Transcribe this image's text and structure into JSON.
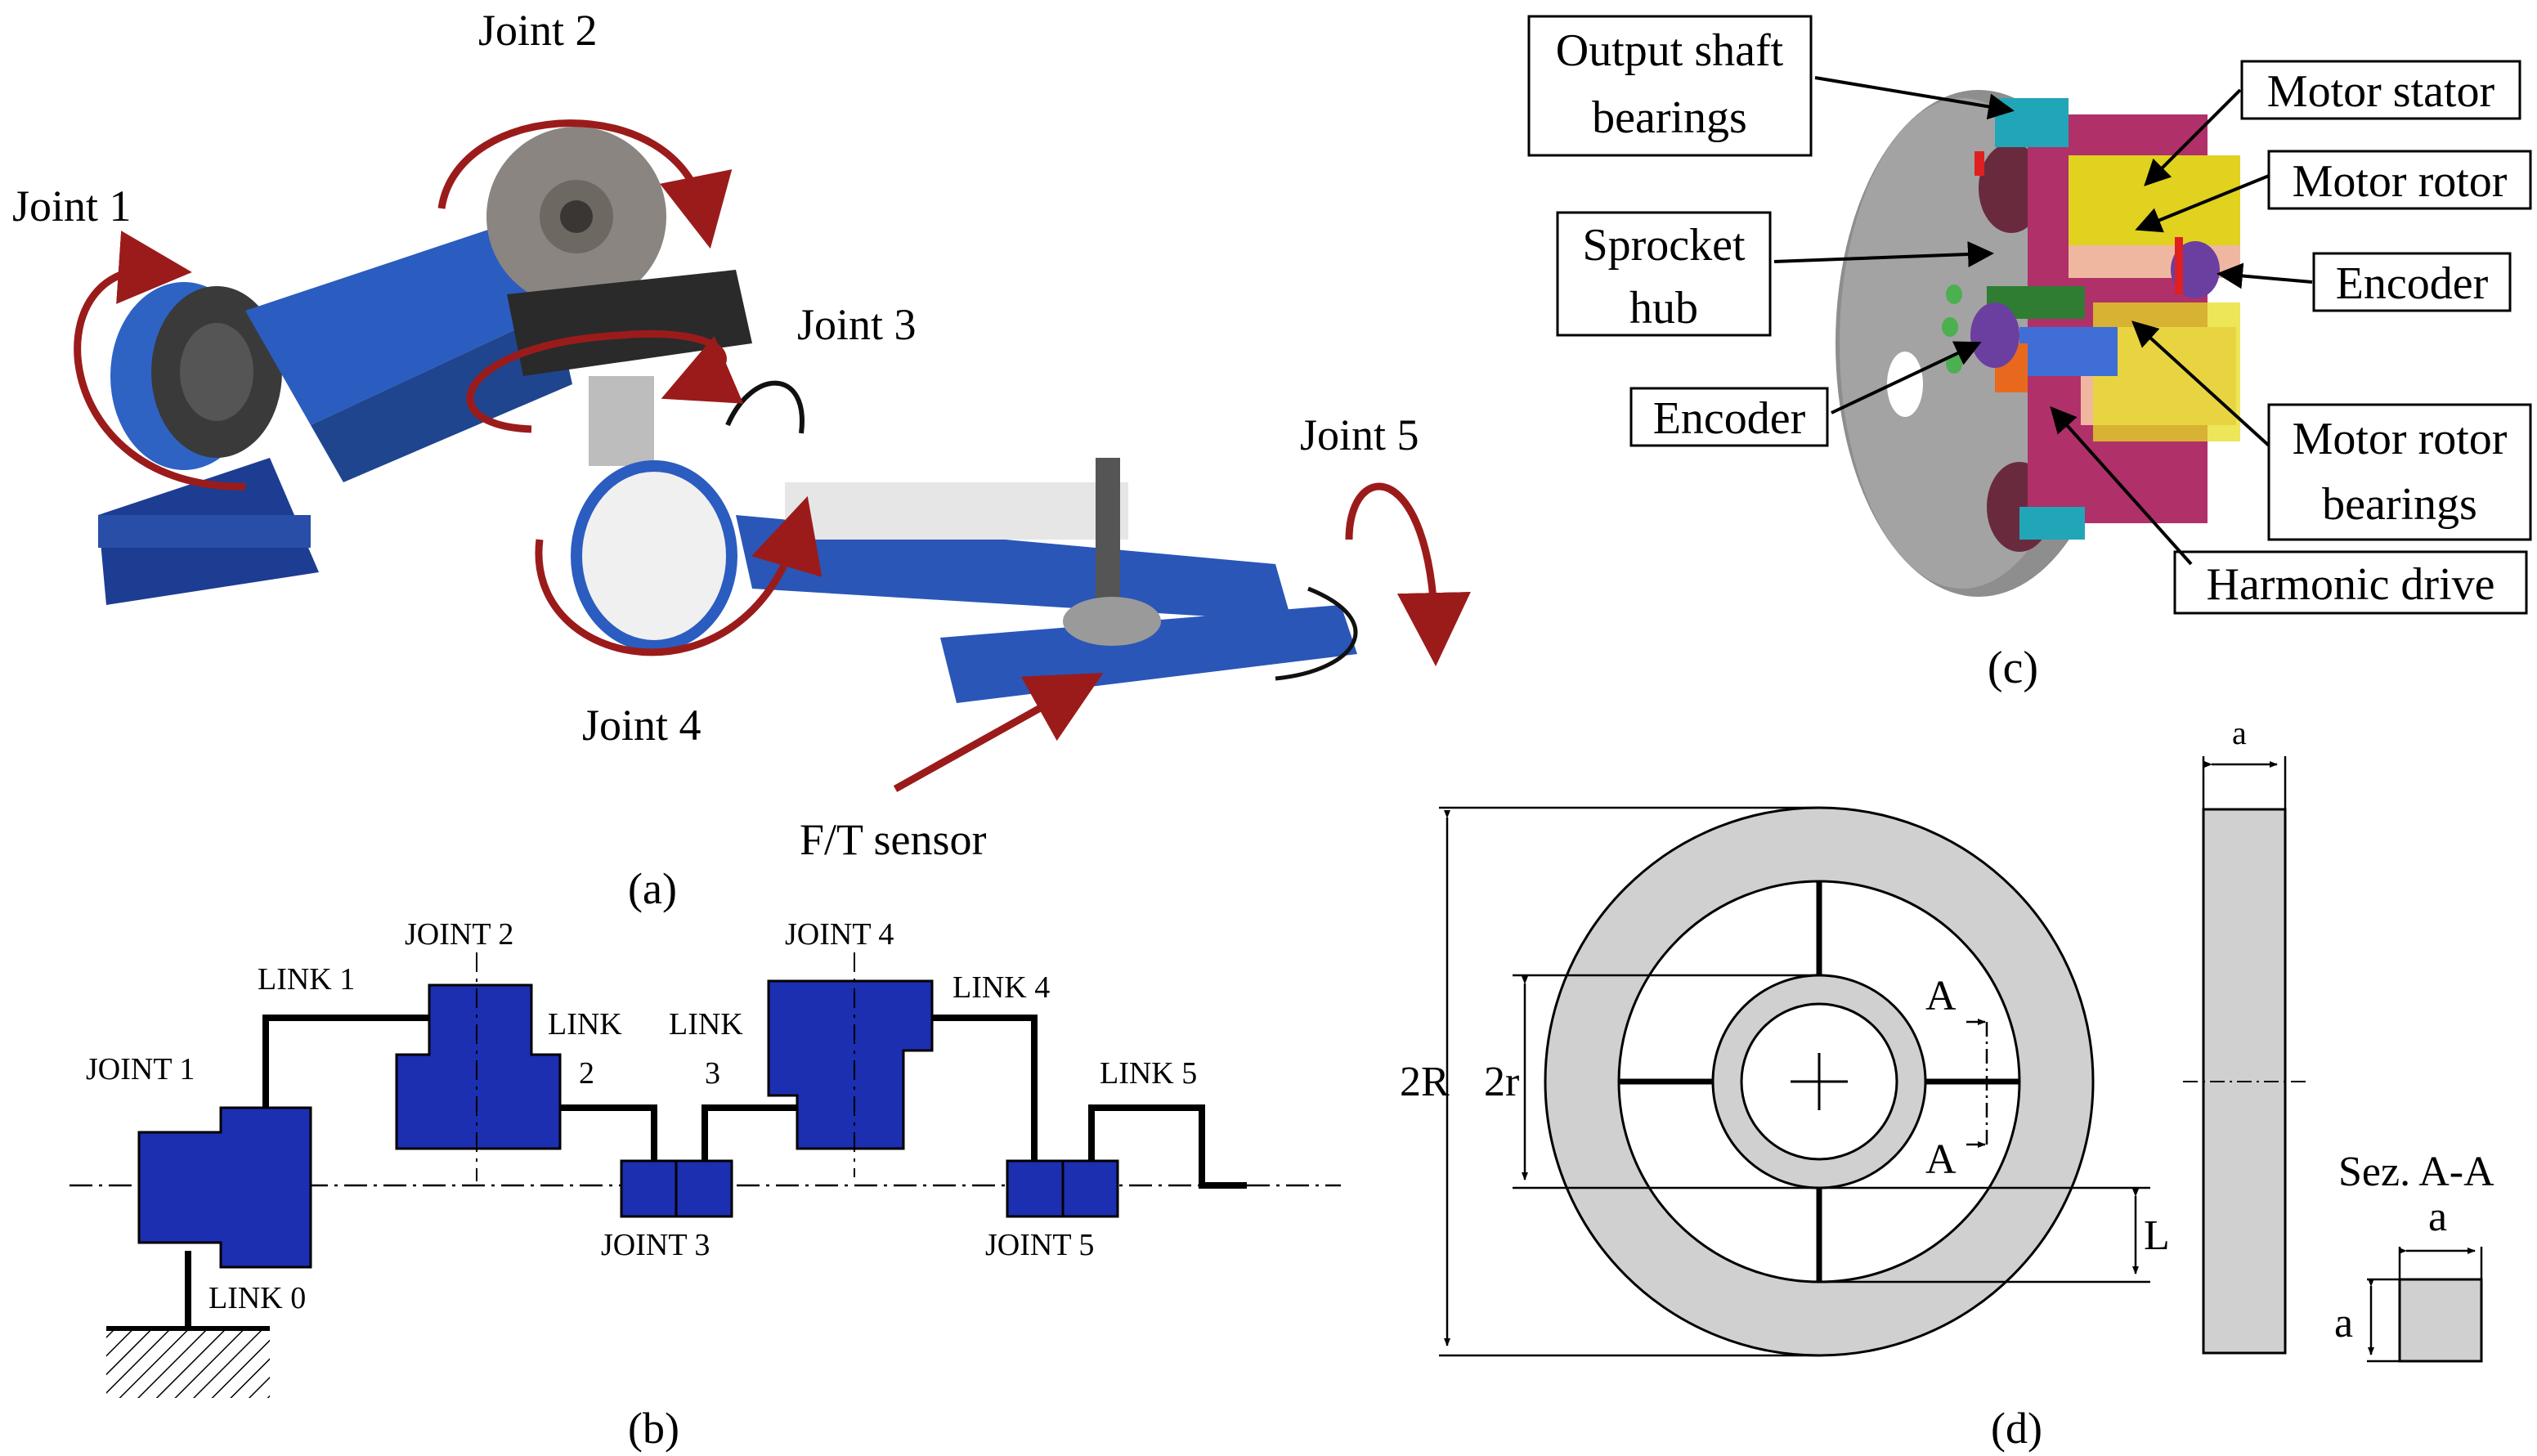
{
  "panel_a": {
    "caption": "(a)",
    "joint1": "Joint 1",
    "joint2": "Joint 2",
    "joint3": "Joint 3",
    "joint4": "Joint 4",
    "joint5": "Joint 5",
    "ft_sensor": "F/T sensor"
  },
  "panel_b": {
    "caption": "(b)",
    "joint1": "JOINT 1",
    "joint2": "JOINT 2",
    "joint3": "JOINT 3",
    "joint4": "JOINT 4",
    "joint5": "JOINT 5",
    "link0": "LINK 0",
    "link1": "LINK 1",
    "link2_a": "LINK",
    "link2_b": "2",
    "link3_a": "LINK",
    "link3_b": "3",
    "link4": "LINK 4",
    "link5": "LINK 5"
  },
  "panel_c": {
    "caption": "(c)",
    "output_shaft_1": "Output shaft",
    "output_shaft_2": "bearings",
    "sprocket_1": "Sprocket",
    "sprocket_2": "hub",
    "encoder_left": "Encoder",
    "motor_stator": "Motor stator",
    "motor_rotor": "Motor rotor",
    "encoder_right": "Encoder",
    "rotor_bearings_1": "Motor rotor",
    "rotor_bearings_2": "bearings",
    "harmonic_drive": "Harmonic drive"
  },
  "panel_d": {
    "caption": "(d)",
    "dim_2R": "2R",
    "dim_2r": "2r",
    "dim_L": "L",
    "dim_a_side": "a",
    "section_A_top": "A",
    "section_A_bottom": "A",
    "section_title": "Sez. A-A",
    "section_a_top": "a",
    "section_a_left": "a"
  },
  "colors": {
    "joint_blue": "#1c2fb0",
    "arrow_red": "#9b1b1b",
    "robot_blue": "#2a56b8",
    "ring_gray": "#d0d0d0"
  }
}
